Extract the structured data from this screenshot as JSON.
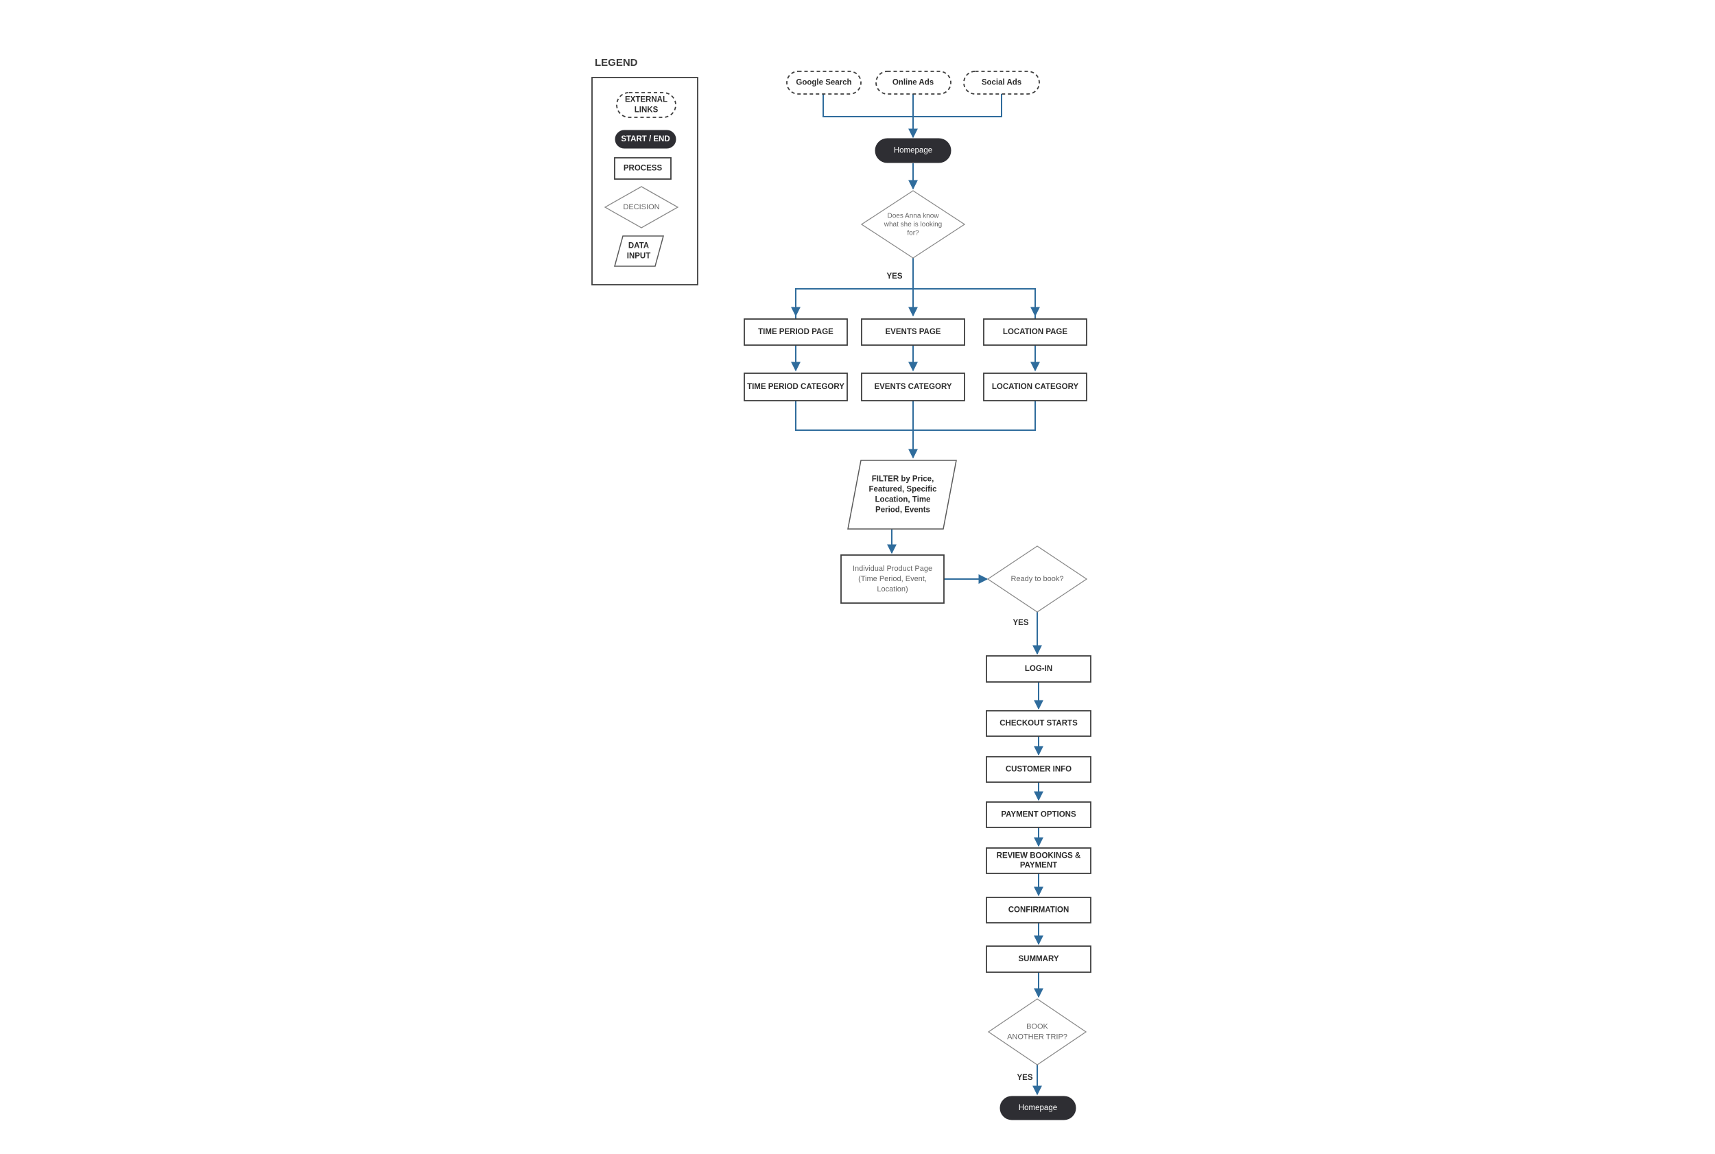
{
  "colors": {
    "connector": "#2f6c9c",
    "box_stroke": "#3c3c3c",
    "terminal_fill": "#2e2e33",
    "terminal_text": "#ffffff",
    "light_text": "#666666"
  },
  "legend": {
    "title": "LEGEND",
    "items": {
      "external": [
        "EXTERNAL",
        "LINKS"
      ],
      "start_end": [
        "START / END"
      ],
      "process": [
        "PROCESS"
      ],
      "decision": [
        "DECISION"
      ],
      "data_input": [
        "DATA",
        "INPUT"
      ]
    }
  },
  "flow": {
    "sources": {
      "google": [
        "Google Search"
      ],
      "online": [
        "Online Ads"
      ],
      "social": [
        "Social Ads"
      ]
    },
    "homepage_start": [
      "Homepage"
    ],
    "decision_know": [
      "Does Anna know",
      "what she is looking",
      "for?"
    ],
    "yes_1": "YES",
    "pages": {
      "time": [
        "TIME PERIOD PAGE"
      ],
      "events": [
        "EVENTS PAGE"
      ],
      "location": [
        "LOCATION PAGE"
      ]
    },
    "categories": {
      "time": [
        "TIME PERIOD CATEGORY"
      ],
      "events": [
        "EVENTS CATEGORY"
      ],
      "location": [
        "LOCATION CATEGORY"
      ]
    },
    "filter": [
      "FILTER by Price,",
      "Featured, Specific",
      "Location, Time",
      "Period, Events"
    ],
    "product_page": [
      "Individual Product Page",
      "(Time Period, Event,",
      "Location)"
    ],
    "decision_book": [
      "Ready to book?"
    ],
    "yes_2": "YES",
    "steps": {
      "login": [
        "LOG-IN"
      ],
      "checkout": [
        "CHECKOUT STARTS"
      ],
      "customer": [
        "CUSTOMER INFO"
      ],
      "payment": [
        "PAYMENT OPTIONS"
      ],
      "review": [
        "REVIEW BOOKINGS &",
        "PAYMENT"
      ],
      "confirmation": [
        "CONFIRMATION"
      ],
      "summary": [
        "SUMMARY"
      ]
    },
    "decision_again": [
      "BOOK",
      "ANOTHER TRIP?"
    ],
    "yes_3": "YES",
    "homepage_end": [
      "Homepage"
    ]
  }
}
